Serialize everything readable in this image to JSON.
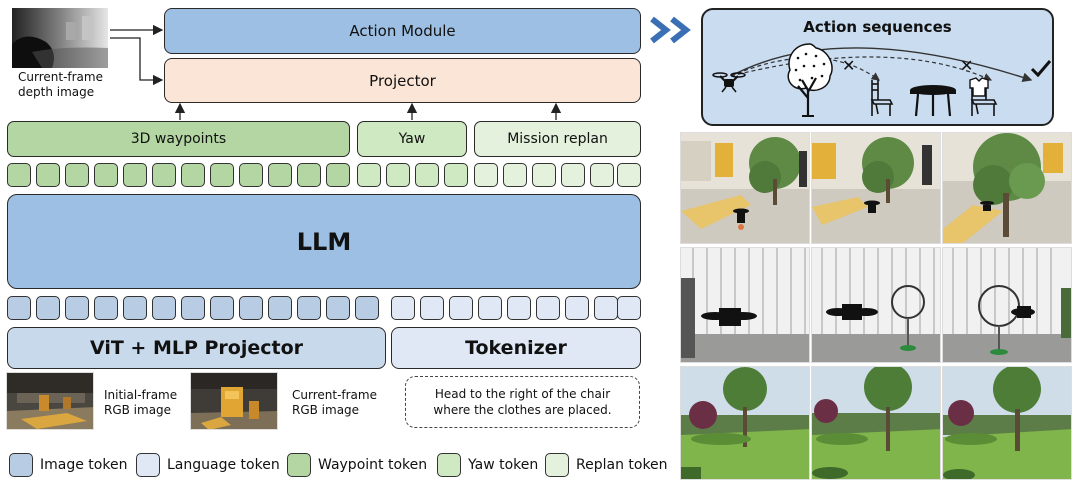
{
  "diagram": {
    "depth_caption_line1": "Current-frame",
    "depth_caption_line2": "depth image",
    "action_module": "Action Module",
    "projector": "Projector",
    "waypoints_label": "3D waypoints",
    "yaw_label": "Yaw",
    "replan_label": "Mission replan",
    "llm": "LLM",
    "vit_projector": "ViT + MLP Projector",
    "tokenizer": "Tokenizer",
    "initial_caption_line1": "Initial-frame",
    "initial_caption_line2": "RGB image",
    "current_caption_line1": "Current-frame",
    "current_caption_line2": "RGB image",
    "instruction_line1": "Head to the right of the chair",
    "instruction_line2": "where the clothes are placed.",
    "action_sequences": "Action sequences"
  },
  "legend": [
    {
      "label": "Image token",
      "color": "#b8cde3"
    },
    {
      "label": "Language token",
      "color": "#dfe8f4"
    },
    {
      "label": "Waypoint token",
      "color": "#b4d6a3"
    },
    {
      "label": "Yaw token",
      "color": "#cfe9c2"
    },
    {
      "label": "Replan token",
      "color": "#e4f1dc"
    }
  ],
  "colors": {
    "action_module_fill": "#9dbfe3",
    "projector_fill": "#fbe5d6",
    "llm_fill": "#9dbfe3",
    "vit_fill": "#c9d9ec",
    "tokenizer_fill": "#dfe8f4",
    "waypoints_fill": "#b4d6a3",
    "yaw_fill": "#cfe9c2",
    "replan_fill": "#e4f1dc",
    "action_panel_fill": "#c9dcf0",
    "arrow_accent": "#3a6fb5"
  },
  "icons": [
    "drone-icon",
    "tree-icon",
    "chair-icon",
    "table-icon",
    "chair-with-clothes-icon",
    "cross-icon",
    "checkmark-icon",
    "double-chevron-icon"
  ]
}
